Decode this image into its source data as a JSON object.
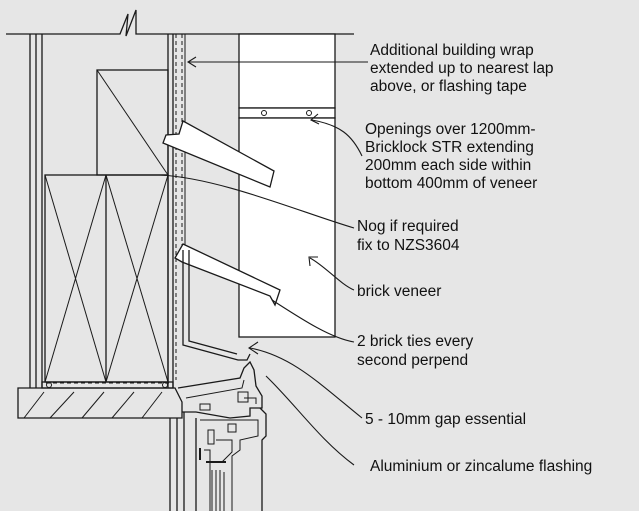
{
  "annotations": [
    {
      "id": "building-wrap",
      "lines": [
        "Additional building wrap",
        "extended up to nearest lap",
        "above, or flashing tape"
      ]
    },
    {
      "id": "bricklock-str",
      "lines": [
        "Openings over 1200mm-",
        "Bricklock STR extending",
        "200mm each side within",
        "bottom 400mm of veneer"
      ]
    },
    {
      "id": "nog",
      "lines": [
        "Nog if required",
        "fix to NZS3604"
      ]
    },
    {
      "id": "brick-veneer",
      "lines": [
        "brick veneer"
      ]
    },
    {
      "id": "brick-ties",
      "lines": [
        "2 brick ties every",
        "second perpend"
      ]
    },
    {
      "id": "gap",
      "lines": [
        "5 - 10mm gap essential"
      ]
    },
    {
      "id": "flashing",
      "lines": [
        "Aluminium or zincalume flashing"
      ]
    }
  ],
  "colors": {
    "background": "#e6e6e6",
    "line": "#1a1a1a",
    "panel": "#ffffff"
  }
}
